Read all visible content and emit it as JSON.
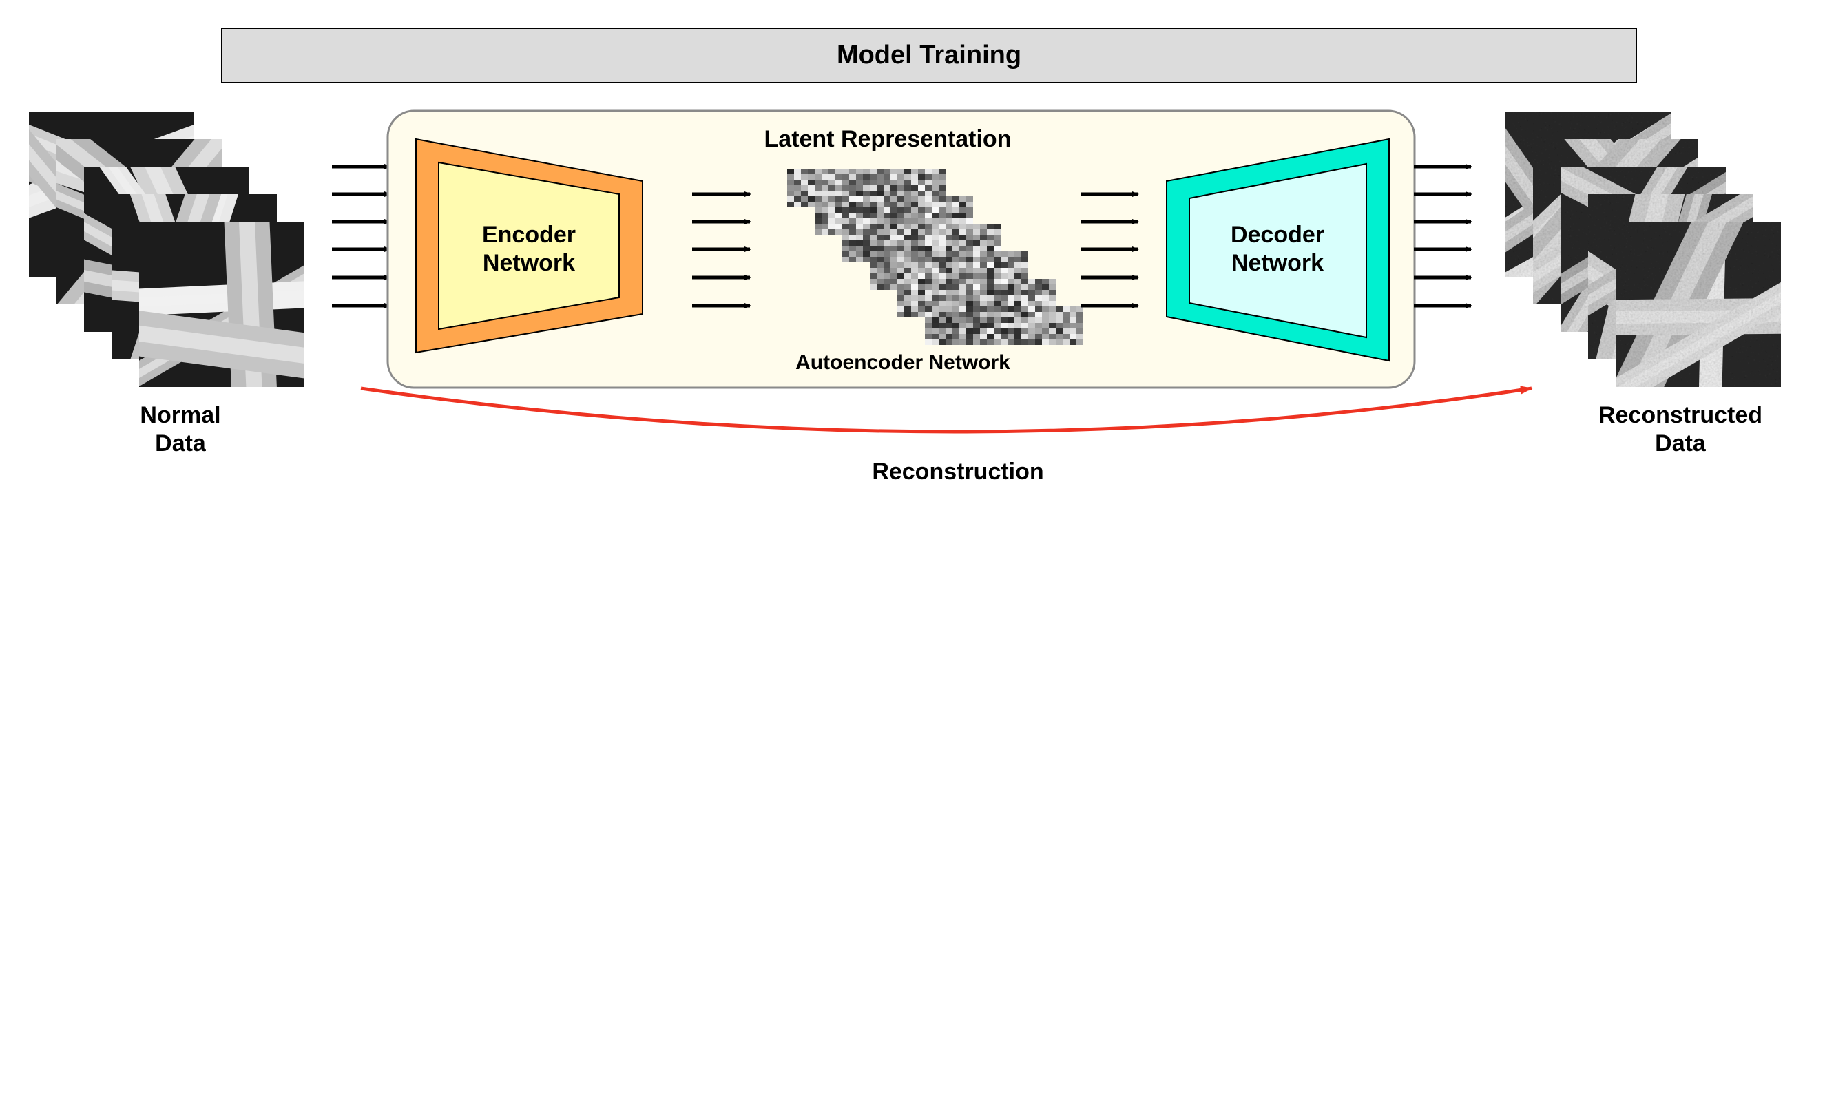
{
  "header": {
    "title": "Model Training"
  },
  "input": {
    "label_line1": "Normal",
    "label_line2": "Data"
  },
  "encoder": {
    "label_line1": "Encoder",
    "label_line2": "Network"
  },
  "latent": {
    "label": "Latent Representation"
  },
  "decoder": {
    "label_line1": "Decoder",
    "label_line2": "Network"
  },
  "autoencoder": {
    "label": "Autoencoder Network"
  },
  "output": {
    "label_line1": "Reconstructed",
    "label_line2": "Data"
  },
  "reconstruction": {
    "label": "Reconstruction"
  },
  "colors": {
    "header_fill": "#dcdcdc",
    "panel_fill": "#fffcec",
    "panel_stroke": "#8a8a8a",
    "encoder_outer": "#ffa64d",
    "encoder_inner": "#fffbb0",
    "decoder_outer": "#00f0d0",
    "decoder_inner": "#d8fffc",
    "reconstruction_arc": "#ee3322"
  }
}
